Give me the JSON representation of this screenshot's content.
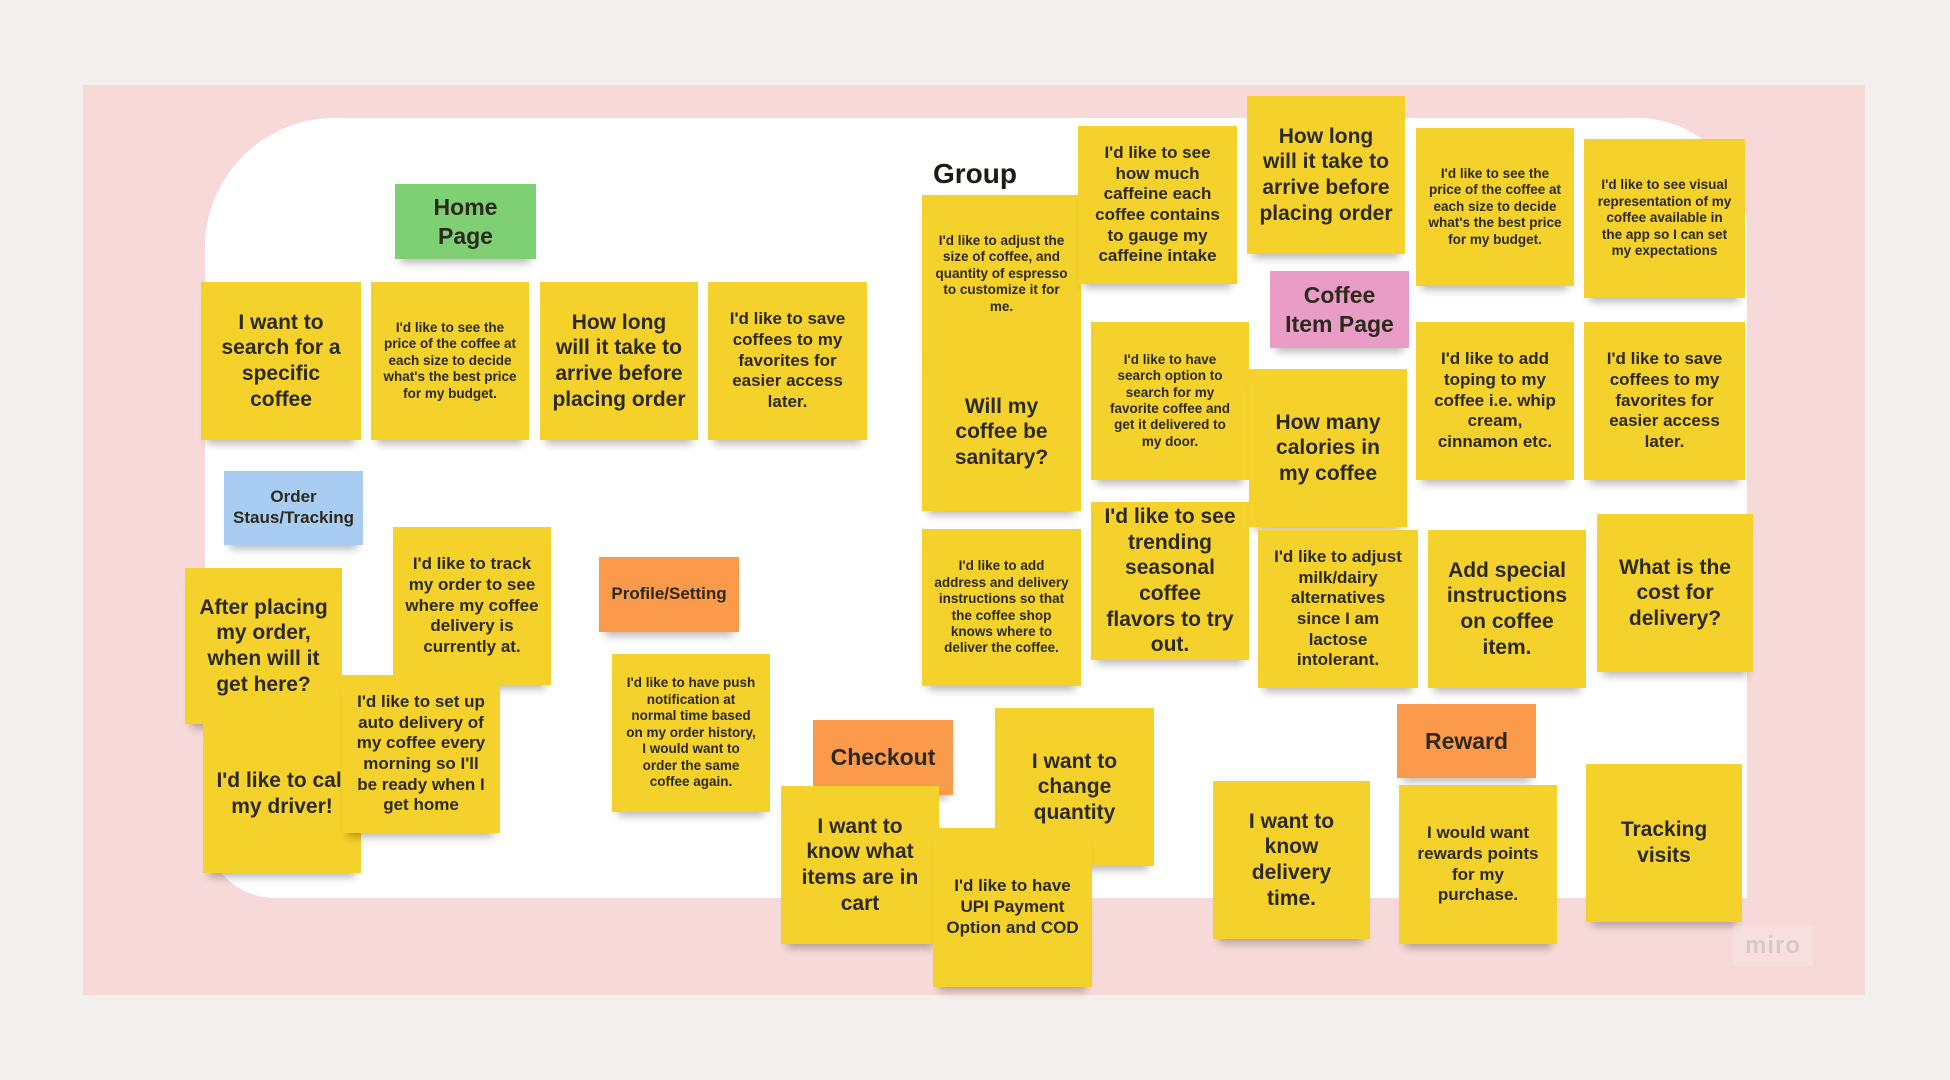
{
  "colors": {
    "yellow": "#f5d12b",
    "green": "#7fcf74",
    "blue": "#a9cdf2",
    "orange": "#fb9a4b",
    "pink": "#e89cc6",
    "board_background": "#f7d9d9"
  },
  "group_title": "Group",
  "logo": "miro",
  "notes": [
    {
      "text": "Home Page",
      "color": "green",
      "kind": "label"
    },
    {
      "text": "I want to search for a specific coffee",
      "color": "yellow",
      "kind": "big"
    },
    {
      "text": "I'd like to see the price of the coffee at each size to decide what's the best price for my budget.",
      "color": "yellow",
      "kind": "small"
    },
    {
      "text": "How long will it take to arrive before placing order",
      "color": "yellow",
      "kind": "big"
    },
    {
      "text": "I'd like to save coffees to my favorites for easier access later.",
      "color": "yellow",
      "kind": "mid"
    },
    {
      "text": "Order Staus/Tracking",
      "color": "blue",
      "kind": "label-s"
    },
    {
      "text": "After placing my order, when will it get here?",
      "color": "yellow",
      "kind": "big"
    },
    {
      "text": "I'd like to track my order to see where my coffee delivery is currently at.",
      "color": "yellow",
      "kind": "mid"
    },
    {
      "text": "Profile/Setting",
      "color": "orange",
      "kind": "label-s"
    },
    {
      "text": "I'd like to have push notification at normal time based on my order history, I would want to order the same coffee again.",
      "color": "yellow",
      "kind": "small"
    },
    {
      "text": "I'd like to call my driver!",
      "color": "yellow",
      "kind": "big"
    },
    {
      "text": "I'd like to set up auto delivery of my coffee every morning so I'll be ready when I get home",
      "color": "yellow",
      "kind": "mid"
    },
    {
      "text": "Checkout",
      "color": "orange",
      "kind": "label"
    },
    {
      "text": "I want to know what items are in cart",
      "color": "yellow",
      "kind": "big"
    },
    {
      "text": "I want to change quantity",
      "color": "yellow",
      "kind": "big"
    },
    {
      "text": "I'd like to have UPI Payment Option and COD",
      "color": "yellow",
      "kind": "mid"
    },
    {
      "text": "I'd like to adjust the size of coffee, and quantity of espresso to customize it for me.",
      "color": "yellow",
      "kind": "small"
    },
    {
      "text": "Will my coffee be sanitary?",
      "color": "yellow",
      "kind": "big"
    },
    {
      "text": "I'd like to add address and delivery instructions so that the coffee shop knows where to deliver the coffee.",
      "color": "yellow",
      "kind": "small"
    },
    {
      "text": "I'd like to see how much caffeine each coffee contains to gauge my caffeine intake",
      "color": "yellow",
      "kind": "mid"
    },
    {
      "text": "I'd like to have search option to search for my favorite coffee and get it delivered to my door.",
      "color": "yellow",
      "kind": "small"
    },
    {
      "text": "I'd like to see trending seasonal coffee flavors to try out.",
      "color": "yellow",
      "kind": "big"
    },
    {
      "text": "How long will it take to arrive before placing order",
      "color": "yellow",
      "kind": "big"
    },
    {
      "text": "Coffee Item Page",
      "color": "pink",
      "kind": "label"
    },
    {
      "text": "How many calories in my coffee",
      "color": "yellow",
      "kind": "big"
    },
    {
      "text": "I'd like to adjust milk/dairy alternatives since I am lactose intolerant.",
      "color": "yellow",
      "kind": "mid"
    },
    {
      "text": "I'd like to see the price of the coffee at each size to decide what's the best price for my budget.",
      "color": "yellow",
      "kind": "small"
    },
    {
      "text": "I'd like to see visual representation of my coffee available in the app so I can set my expectations",
      "color": "yellow",
      "kind": "small"
    },
    {
      "text": "I'd like to add toping to my coffee i.e. whip cream, cinnamon etc.",
      "color": "yellow",
      "kind": "mid"
    },
    {
      "text": "I'd like to save coffees to my favorites for easier access later.",
      "color": "yellow",
      "kind": "mid"
    },
    {
      "text": "Add special instructions on coffee item.",
      "color": "yellow",
      "kind": "big"
    },
    {
      "text": "What is the cost for delivery?",
      "color": "yellow",
      "kind": "big"
    },
    {
      "text": "Reward",
      "color": "orange",
      "kind": "label"
    },
    {
      "text": "I would want rewards points for my purchase.",
      "color": "yellow",
      "kind": "mid"
    },
    {
      "text": "Tracking visits",
      "color": "yellow",
      "kind": "big"
    },
    {
      "text": "I want to know delivery time.",
      "color": "yellow",
      "kind": "big"
    }
  ]
}
